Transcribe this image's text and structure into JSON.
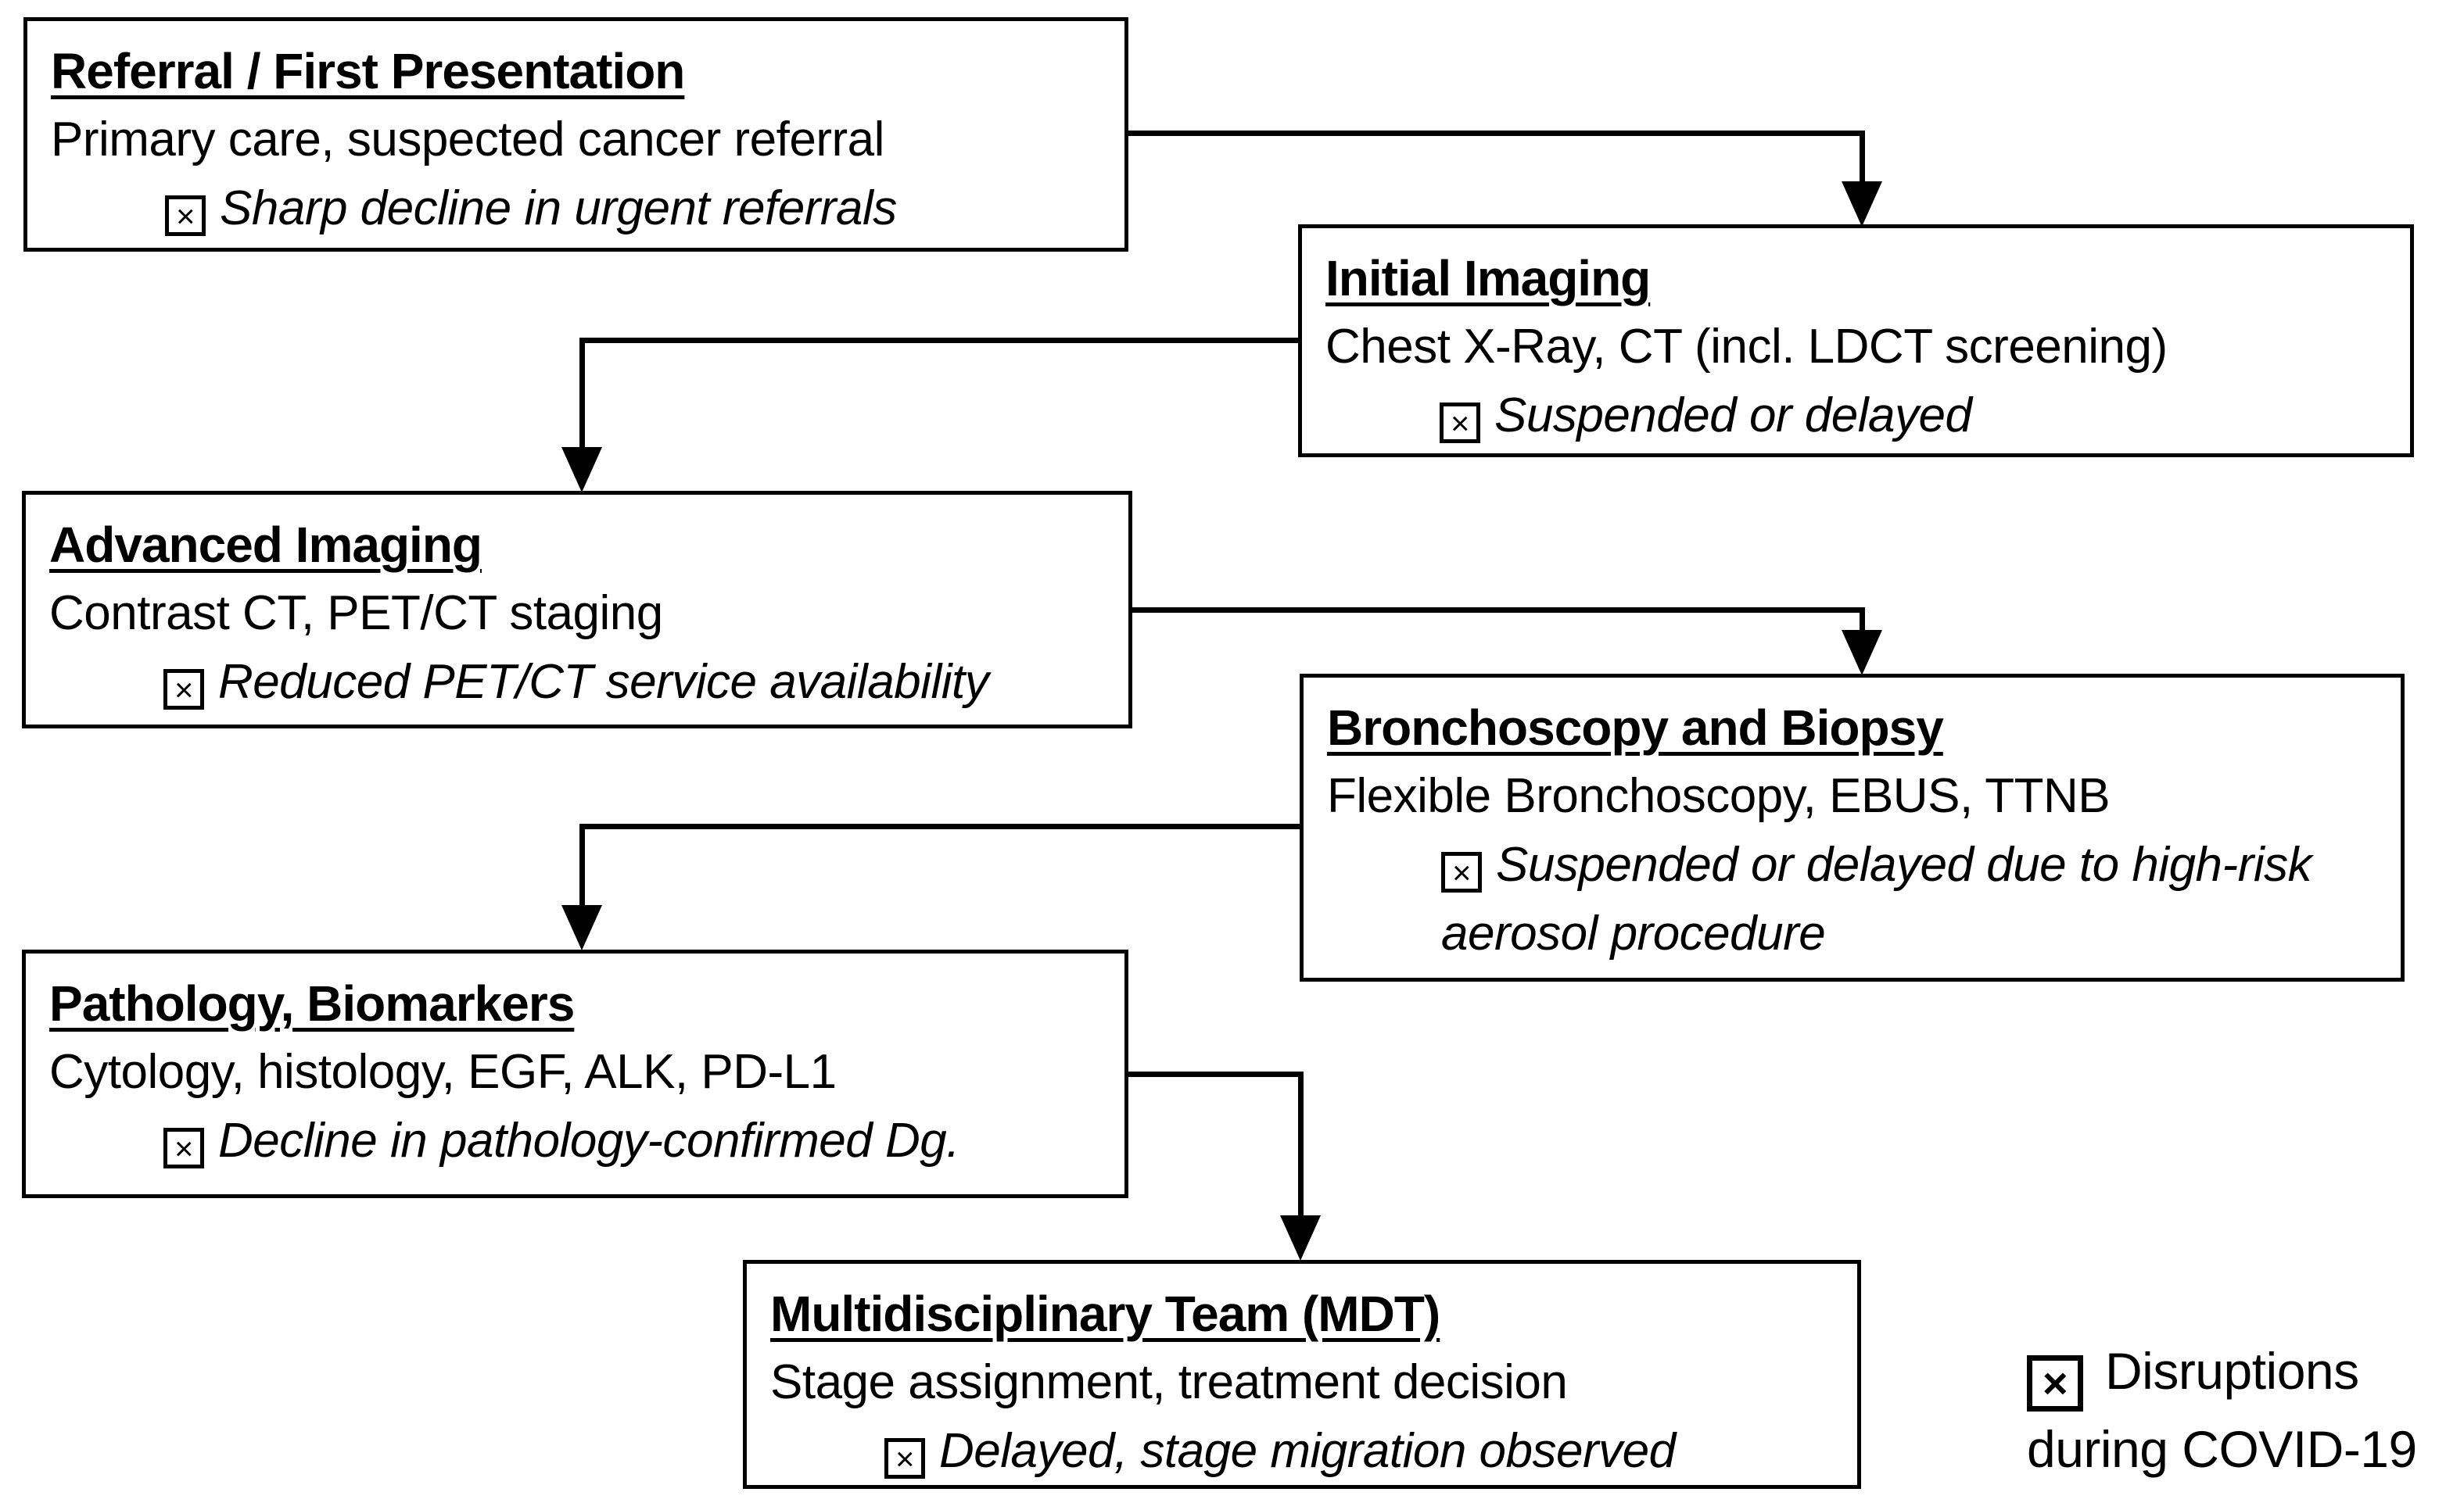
{
  "colors": {
    "background": "#ffffff",
    "line": "#000000",
    "text": "#000000"
  },
  "icons": {
    "disruption_marker_char": "×"
  },
  "legend": {
    "marker_char": "×",
    "line1": "Disruptions",
    "line2": "during COVID-19"
  },
  "nodes": [
    {
      "id": "referral",
      "title": "Referral / First Presentation",
      "detail": "Primary care, suspected cancer referral",
      "disruption": "Sharp decline in urgent referrals"
    },
    {
      "id": "initial-imaging",
      "title": "Initial Imaging",
      "detail": "Chest X-Ray, CT (incl. LDCT screening)",
      "disruption": "Suspended or delayed"
    },
    {
      "id": "advanced-imaging",
      "title": "Advanced Imaging",
      "detail": "Contrast CT, PET/CT staging",
      "disruption": "Reduced PET/CT service availability"
    },
    {
      "id": "bronchoscopy-biopsy",
      "title": "Bronchoscopy and Biopsy",
      "detail": "Flexible Bronchoscopy, EBUS, TTNB",
      "disruption": "Suspended or delayed due to high-risk aerosol procedure"
    },
    {
      "id": "pathology-biomarkers",
      "title": "Pathology, Biomarkers",
      "detail": "Cytology, histology, EGF, ALK, PD-L1",
      "disruption": "Decline in pathology-confirmed Dg."
    },
    {
      "id": "mdt",
      "title": "Multidisciplinary Team (MDT)",
      "detail": "Stage assignment, treatment decision",
      "disruption": "Delayed, stage migration observed"
    }
  ],
  "edges": [
    {
      "from": "referral",
      "to": "initial-imaging"
    },
    {
      "from": "initial-imaging",
      "to": "advanced-imaging"
    },
    {
      "from": "advanced-imaging",
      "to": "bronchoscopy-biopsy"
    },
    {
      "from": "bronchoscopy-biopsy",
      "to": "pathology-biomarkers"
    },
    {
      "from": "pathology-biomarkers",
      "to": "mdt"
    }
  ]
}
